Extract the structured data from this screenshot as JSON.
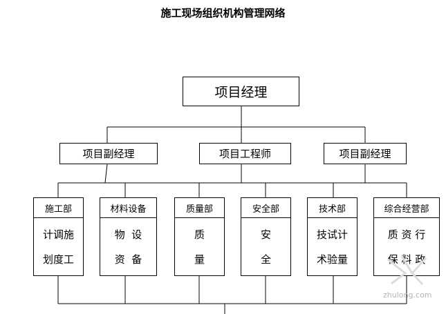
{
  "title": "施工现场组织机构管理网络",
  "project_manager": "项目经理",
  "middle": {
    "deputy_left": "项目副经理",
    "engineer": "项目工程师",
    "deputy_right": "项目副经理"
  },
  "departments": [
    {
      "name": "施工部",
      "duty": "计调施\n划度工"
    },
    {
      "name": "材料设备",
      "duty": "物  设\n资  备"
    },
    {
      "name": "质量部",
      "duty": "质\n量"
    },
    {
      "name": "安全部",
      "duty": "安\n全"
    },
    {
      "name": "技术部",
      "duty": "技试计\n术验量"
    },
    {
      "name": "综合经营部",
      "duty": "质 资 行\n保 料 政"
    }
  ],
  "watermark": "zhulong.com"
}
